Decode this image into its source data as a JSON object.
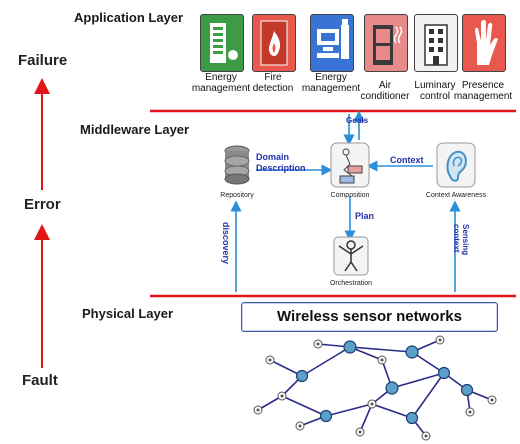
{
  "side_labels": {
    "failure": "Failure",
    "error": "Error",
    "fault": "Fault"
  },
  "layers": {
    "application": "Application Layer",
    "middleware": "Middleware Layer",
    "physical": "Physical Layer"
  },
  "applications": [
    {
      "line1": "Energy",
      "line2": "management",
      "color": "#3e9b45",
      "icon": "building-icon"
    },
    {
      "line1": "Fire",
      "line2": "detection",
      "color": "#e8584e",
      "icon": "fire-icon"
    },
    {
      "line1": "Energy",
      "line2": "management",
      "color": "#3a73d6",
      "icon": "computer-icon"
    },
    {
      "line1": "Air",
      "line2": "conditioner",
      "color": "#e88a8a",
      "icon": "air-conditioner-icon"
    },
    {
      "line1": "Luminary",
      "line2": "control",
      "color": "#f1f1f1",
      "icon": "building-icon"
    },
    {
      "line1": "Presence",
      "line2": "management",
      "color": "#e8584e",
      "icon": "hand-icon"
    }
  ],
  "middleware": {
    "goals": "Goals",
    "domain": "Domain",
    "description": "Description",
    "context": "Context",
    "plan": "Plan",
    "repository": "Repository",
    "composition": "Composition",
    "context_awareness": "Context Awareness",
    "orchestration": "Orchestration",
    "discovery": "discovery",
    "sensing_context": "Sensing context"
  },
  "physical": {
    "wsn": "Wireless sensor networks"
  },
  "colors": {
    "separator": "#e0161b",
    "arrow_red": "#e0161b",
    "arrow_blue": "#2a8fd8",
    "network": "#2b2b8a"
  }
}
